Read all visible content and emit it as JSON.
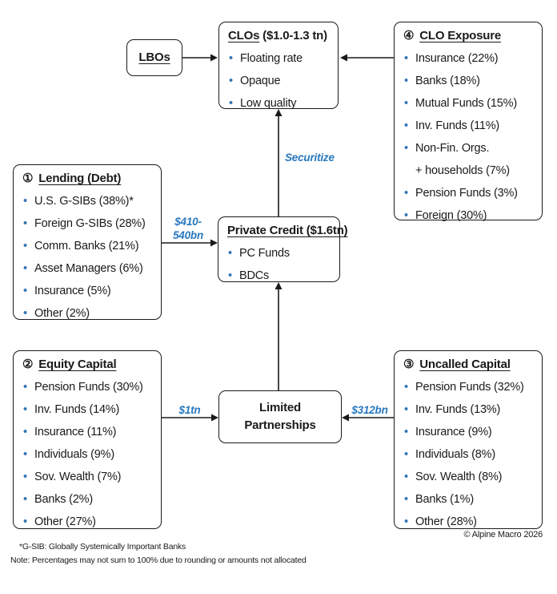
{
  "colors": {
    "line": "#1a1a1a",
    "bullet_blue": "#2E75B6",
    "label_blue": "#2878BE"
  },
  "icons": {
    "bullet": "•"
  },
  "boxes": {
    "lbos": {
      "title": "LBOs"
    },
    "clos": {
      "title": "CLOs",
      "subtitle": " ($1.0-1.3 tn)",
      "items": [
        "Floating rate",
        "Opaque",
        "Low quality"
      ]
    },
    "clo_exposure": {
      "number": "④",
      "title": "CLO Exposure",
      "items": [
        "Insurance (22%)",
        "Banks (18%)",
        "Mutual Funds (15%)",
        "Inv. Funds (11%)",
        "Non-Fin. Orgs.",
        {
          "text": "+ households (7%)",
          "cont": true
        },
        "Pension Funds (3%)",
        "Foreign (30%)"
      ]
    },
    "lending": {
      "number": "①",
      "title": "Lending (Debt)",
      "items": [
        "U.S. G-SIBs (38%)*",
        "Foreign G-SIBs (28%)",
        "Comm. Banks (21%)",
        "Asset Managers (6%)",
        "Insurance (5%)",
        "Other (2%)"
      ]
    },
    "private_credit": {
      "title": "Private Credit ($1.6tn)",
      "items": [
        "PC Funds",
        "BDCs"
      ]
    },
    "equity_capital": {
      "number": "②",
      "title": "Equity Capital",
      "items": [
        "Pension Funds (30%)",
        "Inv. Funds (14%)",
        "Insurance (11%)",
        "Individuals (9%)",
        "Sov. Wealth (7%)",
        "Banks (2%)",
        "Other (27%)"
      ]
    },
    "limited_partnerships": {
      "title": "Limited Partnerships"
    },
    "uncalled_capital": {
      "number": "③",
      "title": "Uncalled Capital",
      "items": [
        "Pension Funds (32%)",
        "Inv. Funds (13%)",
        "Insurance (9%)",
        "Individuals (8%)",
        "Sov. Wealth (8%)",
        "Banks (1%)",
        "Other (28%)"
      ]
    }
  },
  "flow_labels": {
    "lending_to_pc": "$410-540bn",
    "securitize": "Securitize",
    "equity_to_lp": "$1tn",
    "uncalled_to_lp": "$312bn"
  },
  "footnotes": [
    "*G-SIB: Globally Systemically Important Banks",
    "Note: Percentages may not sum to 100% due to rounding or amounts not allocated"
  ],
  "copyright": "© Alpine Macro 2026"
}
